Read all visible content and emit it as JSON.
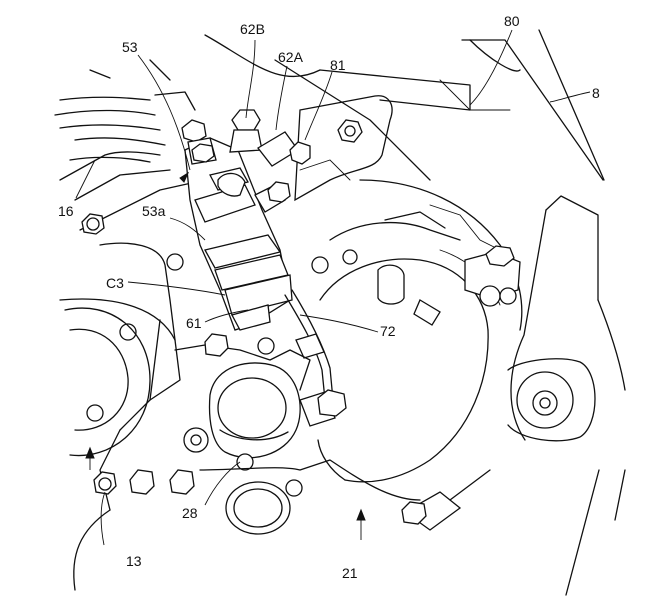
{
  "labels": {
    "l53": "53",
    "l62B": "62B",
    "l62A": "62A",
    "l81": "81",
    "l80": "80",
    "l8": "8",
    "l16": "16",
    "l53a": "53a",
    "lC3": "C3",
    "l61": "61",
    "l72": "72",
    "l28": "28",
    "l13": "13",
    "l21": "21"
  }
}
